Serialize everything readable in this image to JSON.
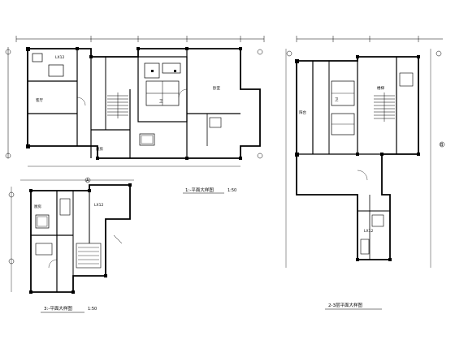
{
  "drawing": {
    "sheet_type": "architectural floor plans",
    "background": "#ffffff",
    "line_color": "#000000"
  },
  "plans": [
    {
      "title": "1:-平面大样图"
    },
    {
      "title": "2-3层平面大样图"
    },
    {
      "title": "3:-平面大样图"
    }
  ],
  "labels": {
    "north_axis_a": "A",
    "north_axis_b": "B",
    "scale_note": "1:50",
    "plan_note": "LX12",
    "room_living": "客厅",
    "room_bed": "卧室",
    "room_kitchen": "厨房",
    "room_bath": "卫",
    "room_stair": "楼梯",
    "room_balcony": "阳台"
  }
}
